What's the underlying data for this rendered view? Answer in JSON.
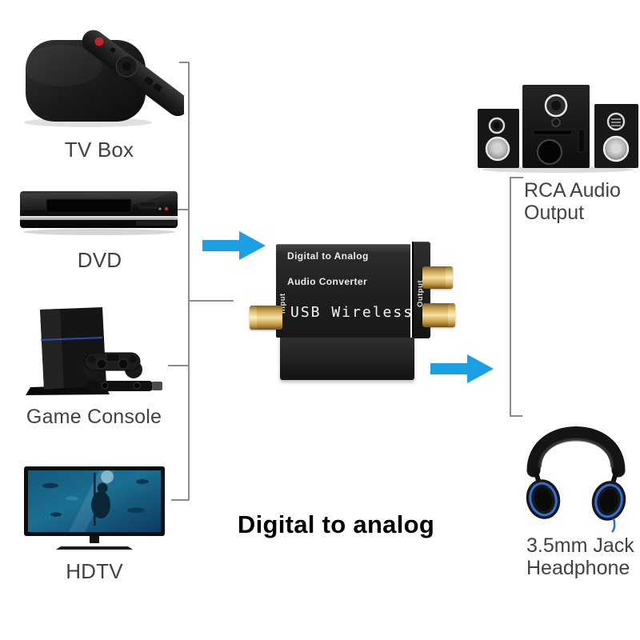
{
  "diagram": {
    "caption": "Digital to analog",
    "converter": {
      "title_line1": "Digital to Analog",
      "title_line2": "Audio Converter",
      "side_input": "Input",
      "side_output": "Output",
      "front_label": "USB Wireless"
    },
    "sources": [
      {
        "id": "tv-box",
        "label": "TV Box"
      },
      {
        "id": "dvd",
        "label": "DVD"
      },
      {
        "id": "game-console",
        "label": "Game Console"
      },
      {
        "id": "hdtv",
        "label": "HDTV"
      }
    ],
    "outputs": [
      {
        "id": "rca-audio",
        "label_line1": "RCA Audio",
        "label_line2": "Output"
      },
      {
        "id": "headphone",
        "label_line1": "3.5mm Jack",
        "label_line2": "Headphone"
      }
    ],
    "colors": {
      "arrow": "#1c9fe5",
      "connector_line": "#8c8c8c",
      "device_label": "#424242",
      "caption": "#000000",
      "rca_gold": "#d2a84f",
      "converter_body": "#1d1d1d"
    }
  }
}
